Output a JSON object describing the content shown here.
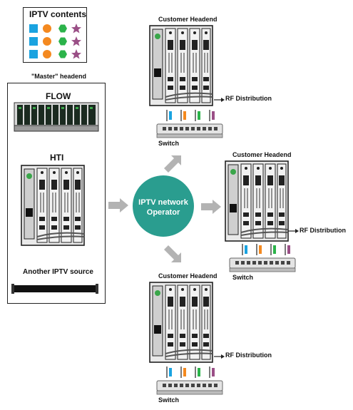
{
  "iptv_contents": {
    "title": "IPTV contents",
    "icons": [
      "square-icon",
      "circle-icon",
      "hexagon-icon",
      "star-icon"
    ],
    "colors": {
      "square": "#1aa3e0",
      "circle": "#f4891f",
      "hexagon": "#2bb34a",
      "star": "#9a4f86"
    }
  },
  "master": {
    "label": "\"Master\" headend",
    "flow_label": "FLOW",
    "hti_label": "HTI",
    "other_source_label": "Another IPTV source"
  },
  "operator": {
    "label_line1": "IPTV network",
    "label_line2": "Operator",
    "color": "#2a9d8f"
  },
  "customers": [
    {
      "title": "Customer Headend",
      "rf_label": "RF Distribution",
      "switch_label": "Switch"
    },
    {
      "title": "Customer Headend",
      "rf_label": "RF Distribution",
      "switch_label": "Switch"
    },
    {
      "title": "Customer Headend",
      "rf_label": "RF Distribution",
      "switch_label": "Switch"
    }
  ],
  "arrow_color": "#b3b3b3"
}
